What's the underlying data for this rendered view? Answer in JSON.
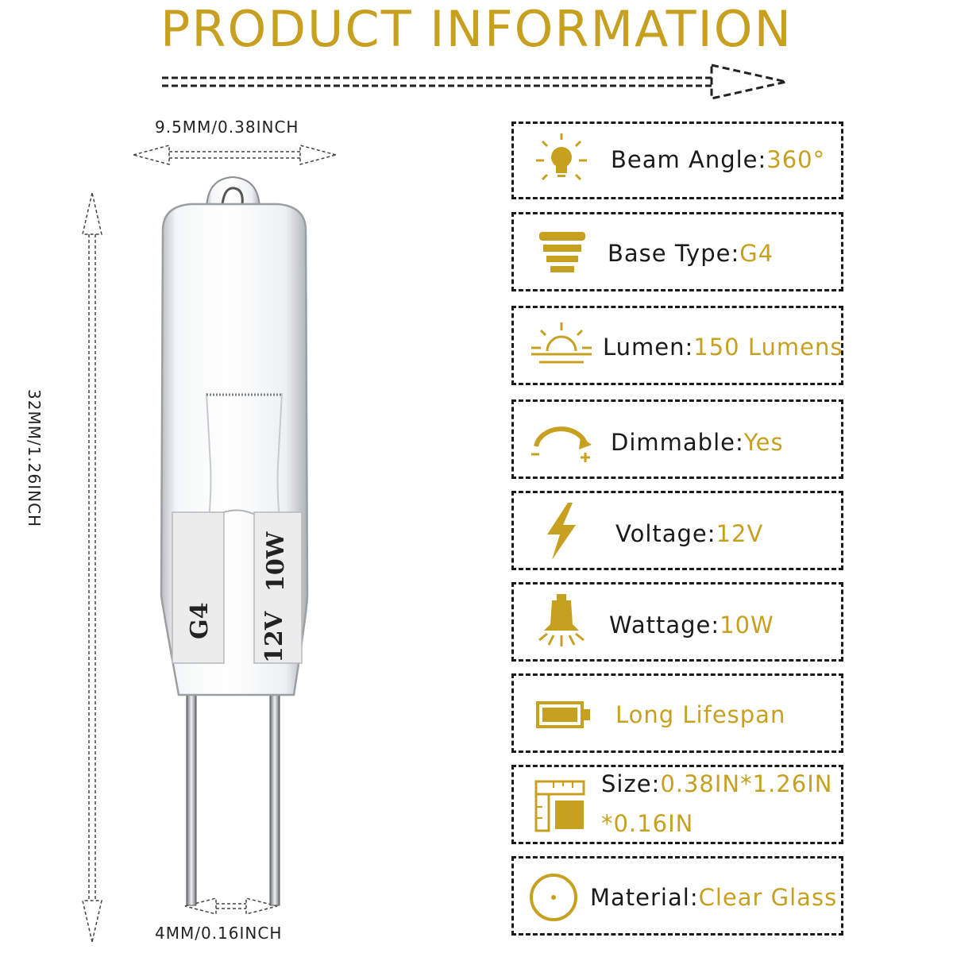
{
  "title": "PRODUCT INFORMATION",
  "dimensions": {
    "width": "9.5MM/0.38INCH",
    "height": "32MM/1.26INCH",
    "pin_spacing": "4MM/0.16INCH"
  },
  "bulb": {
    "left_label": "G4",
    "right_label": "10W",
    "bottom_label": "12V"
  },
  "accent_color": "#c8a020",
  "specs": [
    {
      "icon": "light-bulb-icon",
      "label": "Beam Angle:",
      "value": "360°"
    },
    {
      "icon": "base-type-icon",
      "label": "Base Type:",
      "value": "G4"
    },
    {
      "icon": "sunrise-icon",
      "label": "Lumen:",
      "value": "150 Lumens"
    },
    {
      "icon": "dimmer-icon",
      "label": "Dimmable:",
      "value": "Yes"
    },
    {
      "icon": "lightning-icon",
      "label": "Voltage:",
      "value": "12V"
    },
    {
      "icon": "lamp-icon",
      "label": "Wattage:",
      "value": "10W"
    },
    {
      "icon": "battery-icon",
      "label": "",
      "value": "Long Lifespan"
    },
    {
      "icon": "ruler-icon",
      "label": "Size:",
      "value": "0.38IN*1.26IN",
      "value_line2": "*0.16IN"
    },
    {
      "icon": "glass-circle-icon",
      "label": "Material:",
      "value": "Clear Glass"
    }
  ]
}
